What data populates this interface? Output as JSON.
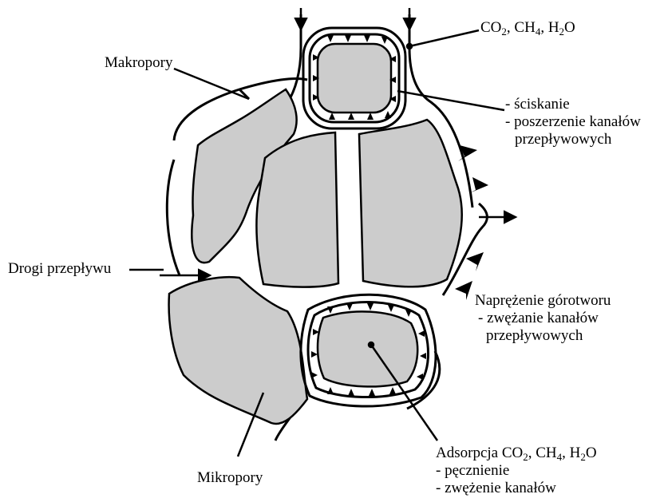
{
  "labels": {
    "gas_top": {
      "a": "CO",
      "s1": "2",
      "b": ", CH",
      "s2": "4",
      "c": ", H",
      "s3": "2",
      "d": "O"
    },
    "makropory": "Makropory",
    "compression": [
      "- ściskanie",
      "- poszerzenie kanałów",
      "przepływowych"
    ],
    "drogi": "Drogi przepływu",
    "stress_title": "Naprężenie górotworu",
    "stress_items": [
      "- zwężanie kanałów",
      "przepływowych"
    ],
    "adsorption": {
      "a": "Adsorpcja CO",
      "s1": "2",
      "b": ", CH",
      "s2": "4",
      "c": ", H",
      "s3": "2",
      "d": "O"
    },
    "adsorption_items": [
      "- pęcznienie",
      "- zwężenie kanałów"
    ],
    "mikropory": "Mikropory"
  },
  "colors": {
    "grain_fill": "#cccccc",
    "stroke": "#000000",
    "background": "#ffffff"
  }
}
